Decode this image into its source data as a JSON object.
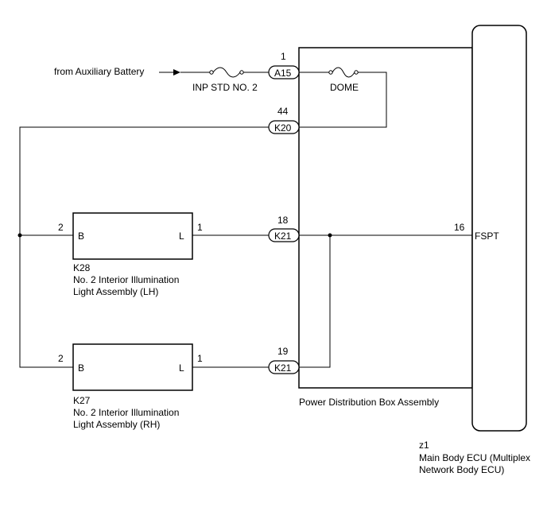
{
  "source": {
    "label": "from Auxiliary Battery"
  },
  "fuses": {
    "inp_std": "INP STD NO. 2",
    "dome": "DOME"
  },
  "connectors": {
    "a15": {
      "name": "A15",
      "pin": "1"
    },
    "k20": {
      "name": "K20",
      "pin": "44"
    },
    "k21_top": {
      "name": "K21",
      "pin": "18"
    },
    "k21_bottom": {
      "name": "K21",
      "pin": "19"
    }
  },
  "lights": {
    "lh": {
      "code": "K28",
      "line1": "No. 2 Interior Illumination",
      "line2": "Light Assembly (LH)",
      "terminal_b": "B",
      "terminal_l": "L",
      "pin_b": "2",
      "pin_l": "1"
    },
    "rh": {
      "code": "K27",
      "line1": "No. 2 Interior Illumination",
      "line2": "Light Assembly (RH)",
      "terminal_b": "B",
      "terminal_l": "L",
      "pin_b": "2",
      "pin_l": "1"
    }
  },
  "power_distribution_box": {
    "label": "Power Distribution Box Assembly"
  },
  "ecu": {
    "code": "z1",
    "line1": "Main Body ECU (Multiplex",
    "line2": "Network Body ECU)",
    "pin": "16",
    "terminal": "FSPT"
  }
}
